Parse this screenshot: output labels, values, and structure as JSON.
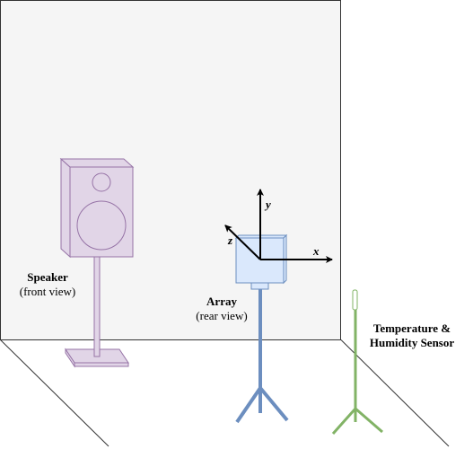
{
  "speaker": {
    "name": "Speaker",
    "view": "(front view)",
    "body_color": "#e1d5e7",
    "stroke_color": "#9673a6"
  },
  "array": {
    "name": "Array",
    "view": "(rear view)",
    "body_color": "#dae8fc",
    "stroke_color": "#6c8ebf"
  },
  "sensor": {
    "name_line1": "Temperature &",
    "name_line2": "Humidity Sensor",
    "color": "#82b366"
  },
  "axes": {
    "x": "x",
    "y": "y",
    "z": "z"
  },
  "room": {
    "wall_color": "#f5f5f5",
    "line_color": "#333333"
  }
}
